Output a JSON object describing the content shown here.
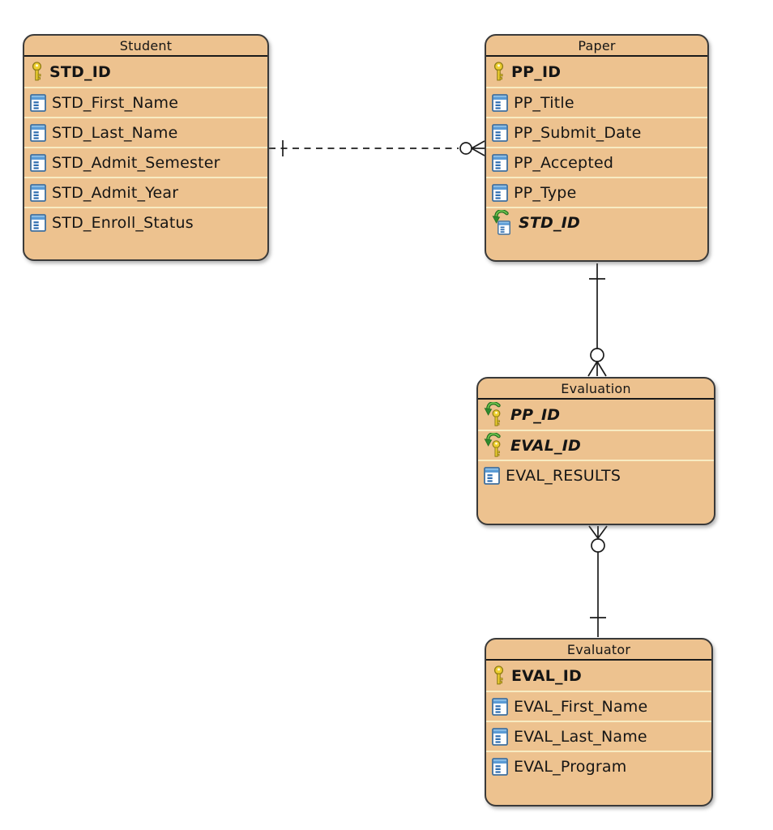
{
  "diagram": {
    "entities": [
      {
        "name": "Student",
        "columns": [
          {
            "label": "STD_ID",
            "key": "primary",
            "icon": "primary-key-icon"
          },
          {
            "label": "STD_First_Name",
            "key": "none",
            "icon": "column-icon"
          },
          {
            "label": "STD_Last_Name",
            "key": "none",
            "icon": "column-icon"
          },
          {
            "label": "STD_Admit_Semester",
            "key": "none",
            "icon": "column-icon"
          },
          {
            "label": "STD_Admit_Year",
            "key": "none",
            "icon": "column-icon"
          },
          {
            "label": "STD_Enroll_Status",
            "key": "none",
            "icon": "column-icon"
          }
        ]
      },
      {
        "name": "Paper",
        "columns": [
          {
            "label": "PP_ID",
            "key": "primary",
            "icon": "primary-key-icon"
          },
          {
            "label": "PP_Title",
            "key": "none",
            "icon": "column-icon"
          },
          {
            "label": "PP_Submit_Date",
            "key": "none",
            "icon": "column-icon"
          },
          {
            "label": "PP_Accepted",
            "key": "none",
            "icon": "column-icon"
          },
          {
            "label": "PP_Type",
            "key": "none",
            "icon": "column-icon"
          },
          {
            "label": "STD_ID",
            "key": "foreign",
            "icon": "foreign-key-column-icon"
          }
        ]
      },
      {
        "name": "Evaluation",
        "columns": [
          {
            "label": "PP_ID",
            "key": "primary-foreign",
            "icon": "primary-foreign-key-icon"
          },
          {
            "label": "EVAL_ID",
            "key": "primary-foreign",
            "icon": "primary-foreign-key-icon"
          },
          {
            "label": "EVAL_RESULTS",
            "key": "none",
            "icon": "column-icon"
          }
        ]
      },
      {
        "name": "Evaluator",
        "columns": [
          {
            "label": "EVAL_ID",
            "key": "primary",
            "icon": "primary-key-icon"
          },
          {
            "label": "EVAL_First_Name",
            "key": "none",
            "icon": "column-icon"
          },
          {
            "label": "EVAL_Last_Name",
            "key": "none",
            "icon": "column-icon"
          },
          {
            "label": "EVAL_Program",
            "key": "none",
            "icon": "column-icon"
          }
        ]
      }
    ],
    "relationships": [
      {
        "from": "Student",
        "to": "Paper",
        "line": "dashed",
        "from_end": "one",
        "to_end": "zero-or-many"
      },
      {
        "from": "Paper",
        "to": "Evaluation",
        "line": "solid",
        "from_end": "one",
        "to_end": "zero-or-many"
      },
      {
        "from": "Evaluator",
        "to": "Evaluation",
        "line": "solid",
        "from_end": "one",
        "to_end": "zero-or-many"
      }
    ],
    "colors": {
      "entity_fill": "#edc28f",
      "entity_border": "#3a3a3a",
      "row_separator": "#f8ecc3",
      "header_divider": "#1a1a1a",
      "connector": "#1c1c1c",
      "key_icon_gold": "#eecf2f",
      "column_icon_blue": "#5b9bd5",
      "fk_arrow_green": "#2e8b2e",
      "canvas_background": "#ffffff"
    }
  }
}
